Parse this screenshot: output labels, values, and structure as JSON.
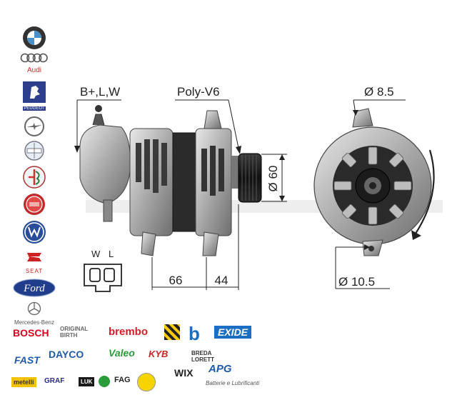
{
  "car_logos": {
    "audi_text": "Audi",
    "peugeot_text": "PEUGEOT",
    "seat_text": "SEAT",
    "ford_text": "Ford",
    "mercedes_text": "Mercedes-Benz"
  },
  "diagram": {
    "terminal_label": "B+,L,W",
    "pulley_label": "Poly-V6",
    "pulley_diameter": "Ø 60",
    "hole_top": "Ø 8.5",
    "hole_bottom": "Ø 10.5",
    "dim_left": "66",
    "dim_right": "44",
    "plug_w": "W",
    "plug_l": "L"
  },
  "brands": {
    "bosch": "BOSCH",
    "original_birth": "ORIGINAL BIRTH",
    "brembo": "brembo",
    "exide": "EXIDE",
    "fast": "FAST",
    "dayco": "DAYCO",
    "valeo": "Valeo",
    "kyb": "KYB",
    "breda": "BREDA LORETT",
    "metelli": "metelli",
    "graf": "GRAF",
    "luk": "LUK",
    "fag": "FAG",
    "wix": "WIX",
    "apg": "APG",
    "apg_sub": "Batterie e Lubrificanti"
  },
  "colors": {
    "bosch_red": "#d6001c",
    "exide_blue": "#1b6ec2",
    "dayco_blue": "#1e5aa8",
    "ford_blue": "#1f3d8a",
    "brembo_red": "#d31f26",
    "peugeot_blue": "#2d3f8c"
  }
}
